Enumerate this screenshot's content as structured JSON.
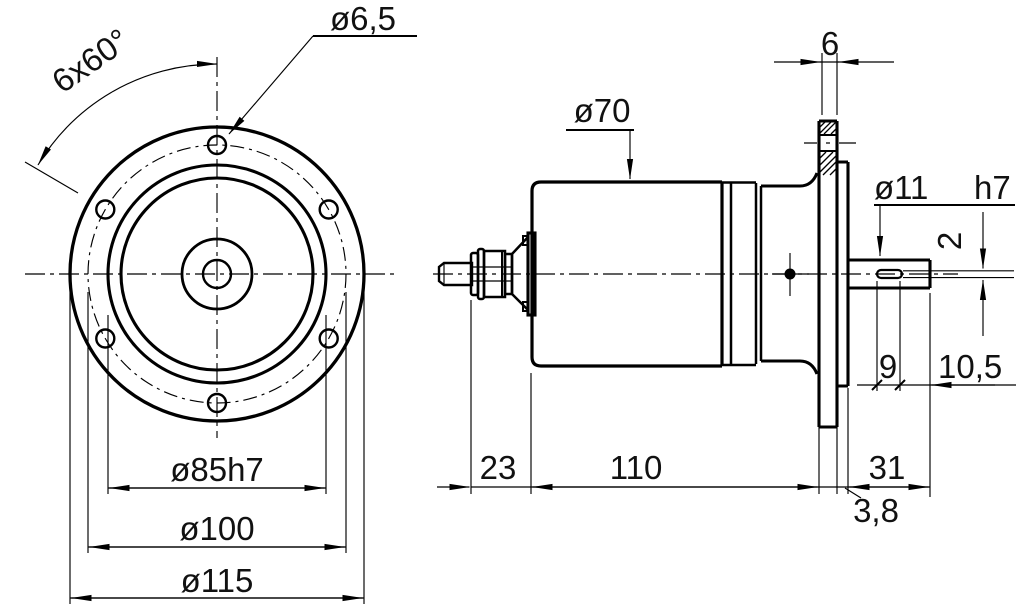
{
  "front_view": {
    "bolt_pattern": "6x60°",
    "bolt_hole_diameter": "ø6,5",
    "pilot_diameter": "ø85h7",
    "bolt_circle_diameter": "ø100",
    "flange_diameter": "ø115"
  },
  "side_view": {
    "body_diameter": "ø70",
    "flange_thickness": "6",
    "shaft_diameter": "ø11",
    "shaft_tolerance": "h7",
    "flat_depth": "2",
    "flat_length": "9",
    "flat_offset": "10,5",
    "rear_section_length": "23",
    "body_length": "110",
    "shaft_length": "31",
    "pilot_thickness": "3,8"
  }
}
